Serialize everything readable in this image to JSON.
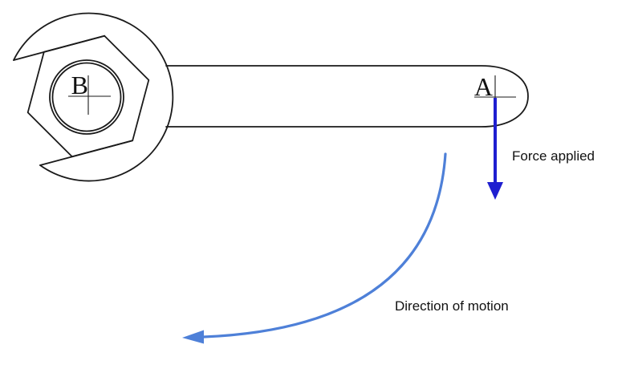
{
  "diagram": {
    "points": {
      "a": "A",
      "b": "B"
    },
    "annotations": {
      "force": "Force applied",
      "motion": "Direction of motion"
    },
    "colors": {
      "outline": "#1a1a1a",
      "force_arrow": "#1f1fd0",
      "motion_arrow": "#4e80d8",
      "background": "#ffffff"
    }
  }
}
